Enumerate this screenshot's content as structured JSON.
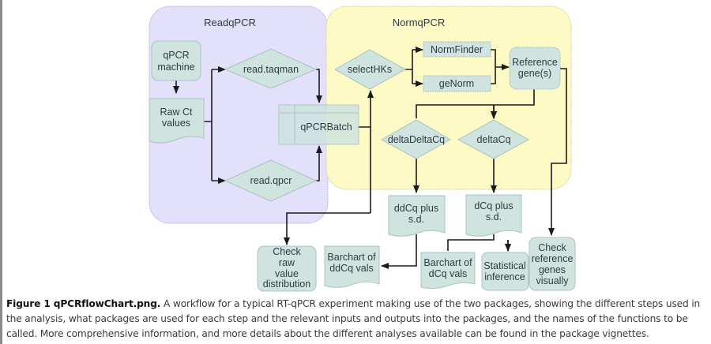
{
  "packages": {
    "readqpcr": {
      "label": "ReadqPCR",
      "color": "#e3e0fb"
    },
    "normqpcr": {
      "label": "NormqPCR",
      "color": "#fdfac6"
    }
  },
  "nodes": {
    "qpcr_machine": [
      "qPCR",
      "machine"
    ],
    "raw_ct": [
      "Raw Ct",
      "values"
    ],
    "read_taqman": "read.taqman",
    "read_qpcr": "read.qpcr",
    "qpcrbatch": "qPCRBatch",
    "selecthks": "selectHKs",
    "normfinder": "NormFinder",
    "genorm": "geNorm",
    "reference_genes": [
      "Reference",
      "gene(s)"
    ],
    "deltadeltacq": "deltaDeltaCq",
    "deltacq": "deltaCq",
    "ddcq_sd": [
      "ddCq plus",
      "s.d."
    ],
    "dcq_sd": [
      "dCq plus",
      "s.d."
    ],
    "check_raw": [
      "Check",
      "raw",
      "value",
      "distribution"
    ],
    "barchart_ddcq": [
      "Barchart of",
      "ddCq vals"
    ],
    "barchart_dcq": [
      "Barchart of",
      "dCq vals"
    ],
    "statistical_inference": [
      "Statistical",
      "inference"
    ],
    "check_reference": [
      "Check",
      "reference",
      "genes",
      "visually"
    ]
  },
  "colors": {
    "node_fill": "#cfe3df",
    "node_stroke": "#a9c3bf",
    "connector": "#1c1c1c"
  },
  "caption": {
    "title": "Figure 1 qPCRflowChart.png.",
    "body": " A workflow for a typical RT-qPCR experiment making use of the two packages, showing the different steps used in the analysis, what packages are used for each step and the relevant inputs and outputs into the packages, and the names of the functions to be called. More comprehensive information, and more details about the different analyses available can be found in the package vignettes."
  }
}
